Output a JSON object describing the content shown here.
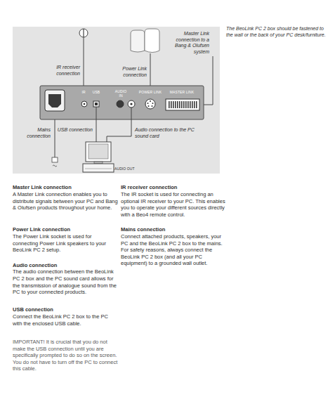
{
  "diagram": {
    "nodes": [
      {
        "text": [
          "IR",
          "USB",
          "AUDIO IN",
          "POWER LINK",
          "MASTER LINK"
        ]
      },
      {
        "text": [
          "AUDIO OUT"
        ]
      }
    ],
    "edges": [
      {
        "from": 0,
        "to": 1,
        "arrow": "none"
      },
      {
        "from": 0,
        "to": 1,
        "arrow": "none"
      }
    ],
    "labels": [
      "The BeoLink PC 2 box should be fastened to the wall or the back of your PC desk/furniture.",
      "IR receiver connection",
      "Power Link connection",
      "Master Link connection to a Bang & Olufsen system",
      "Mains connection",
      "USB connection",
      "Audio connection to the PC sound card",
      "Master Link connection",
      "A Master Link connection enables you to distribute signals between your PC and Bang & Olufsen products throughout your home.",
      "Power Link connection",
      "The Power Link socket is used for connecting Power Link speakers to your BeoLink PC 2 setup.",
      "Audio connection",
      "The audio connection between the BeoLink PC 2 box and the PC sound card allows for the transmission of analogue sound from the PC to your connected products.",
      "USB connection",
      "Connect the BeoLink PC 2 box to the PC with the enclosed USB cable.",
      "IMPORTANT! It is crucial that you do not make the USB connection until you are specifically prompted to do so on the screen. You do not have to turn off the PC to connect this cable.",
      "IR receiver connection",
      "The IR socket is used for connecting an optional IR receiver to your PC. This enables you to operate your different sources directly with a Beo4 remote control.",
      "Mains connection",
      "Connect attached products, speakers, your PC and the BeoLink PC 2 box to the mains. For safety reasons, always connect the BeoLink PC 2 box (and all your PC equipment) to a grounded wall outlet."
    ]
  }
}
